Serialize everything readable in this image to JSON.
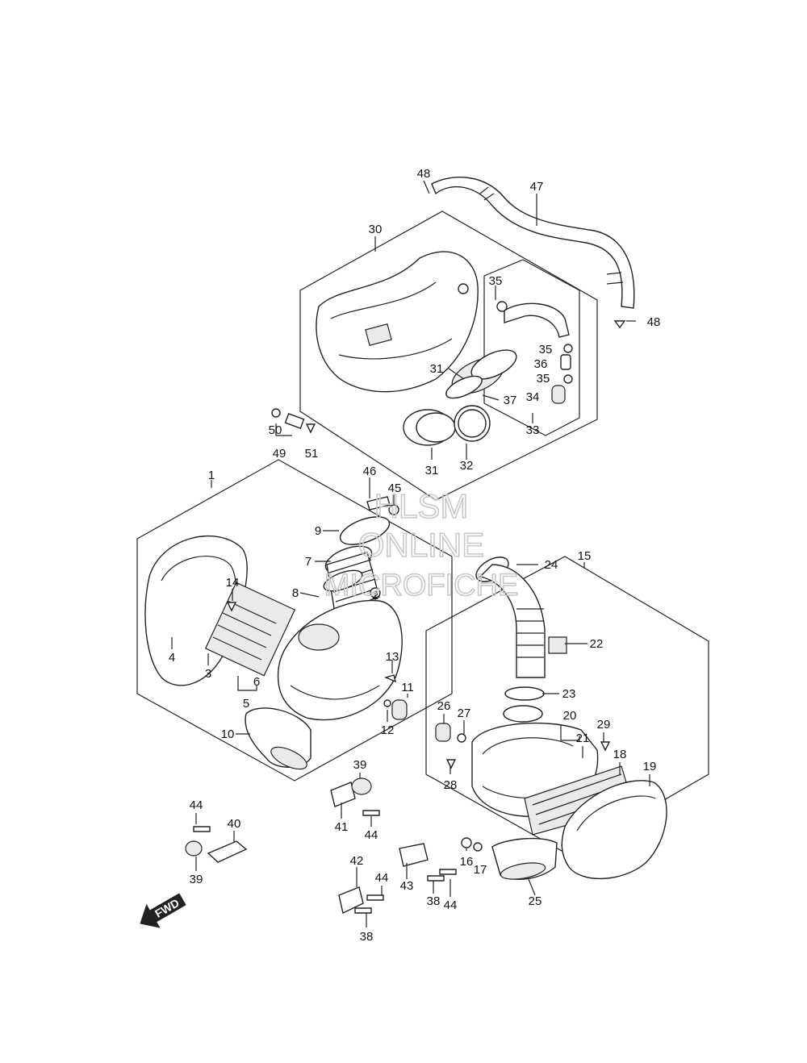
{
  "watermark": {
    "line1": "HLSM",
    "line2": "ONLINE",
    "line3": "MICROFICHE"
  },
  "direction_marker": "FWD",
  "part_labels": [
    "1",
    "2",
    "3",
    "4",
    "5",
    "6",
    "7",
    "8",
    "9",
    "10",
    "11",
    "12",
    "13",
    "14",
    "15",
    "16",
    "17",
    "18",
    "19",
    "20",
    "21",
    "22",
    "23",
    "24",
    "25",
    "26",
    "27",
    "28",
    "29",
    "30",
    "31",
    "32",
    "33",
    "34",
    "35",
    "36",
    "37",
    "38",
    "39",
    "40",
    "41",
    "42",
    "43",
    "44",
    "45",
    "46",
    "47",
    "48",
    "49",
    "50",
    "51"
  ]
}
